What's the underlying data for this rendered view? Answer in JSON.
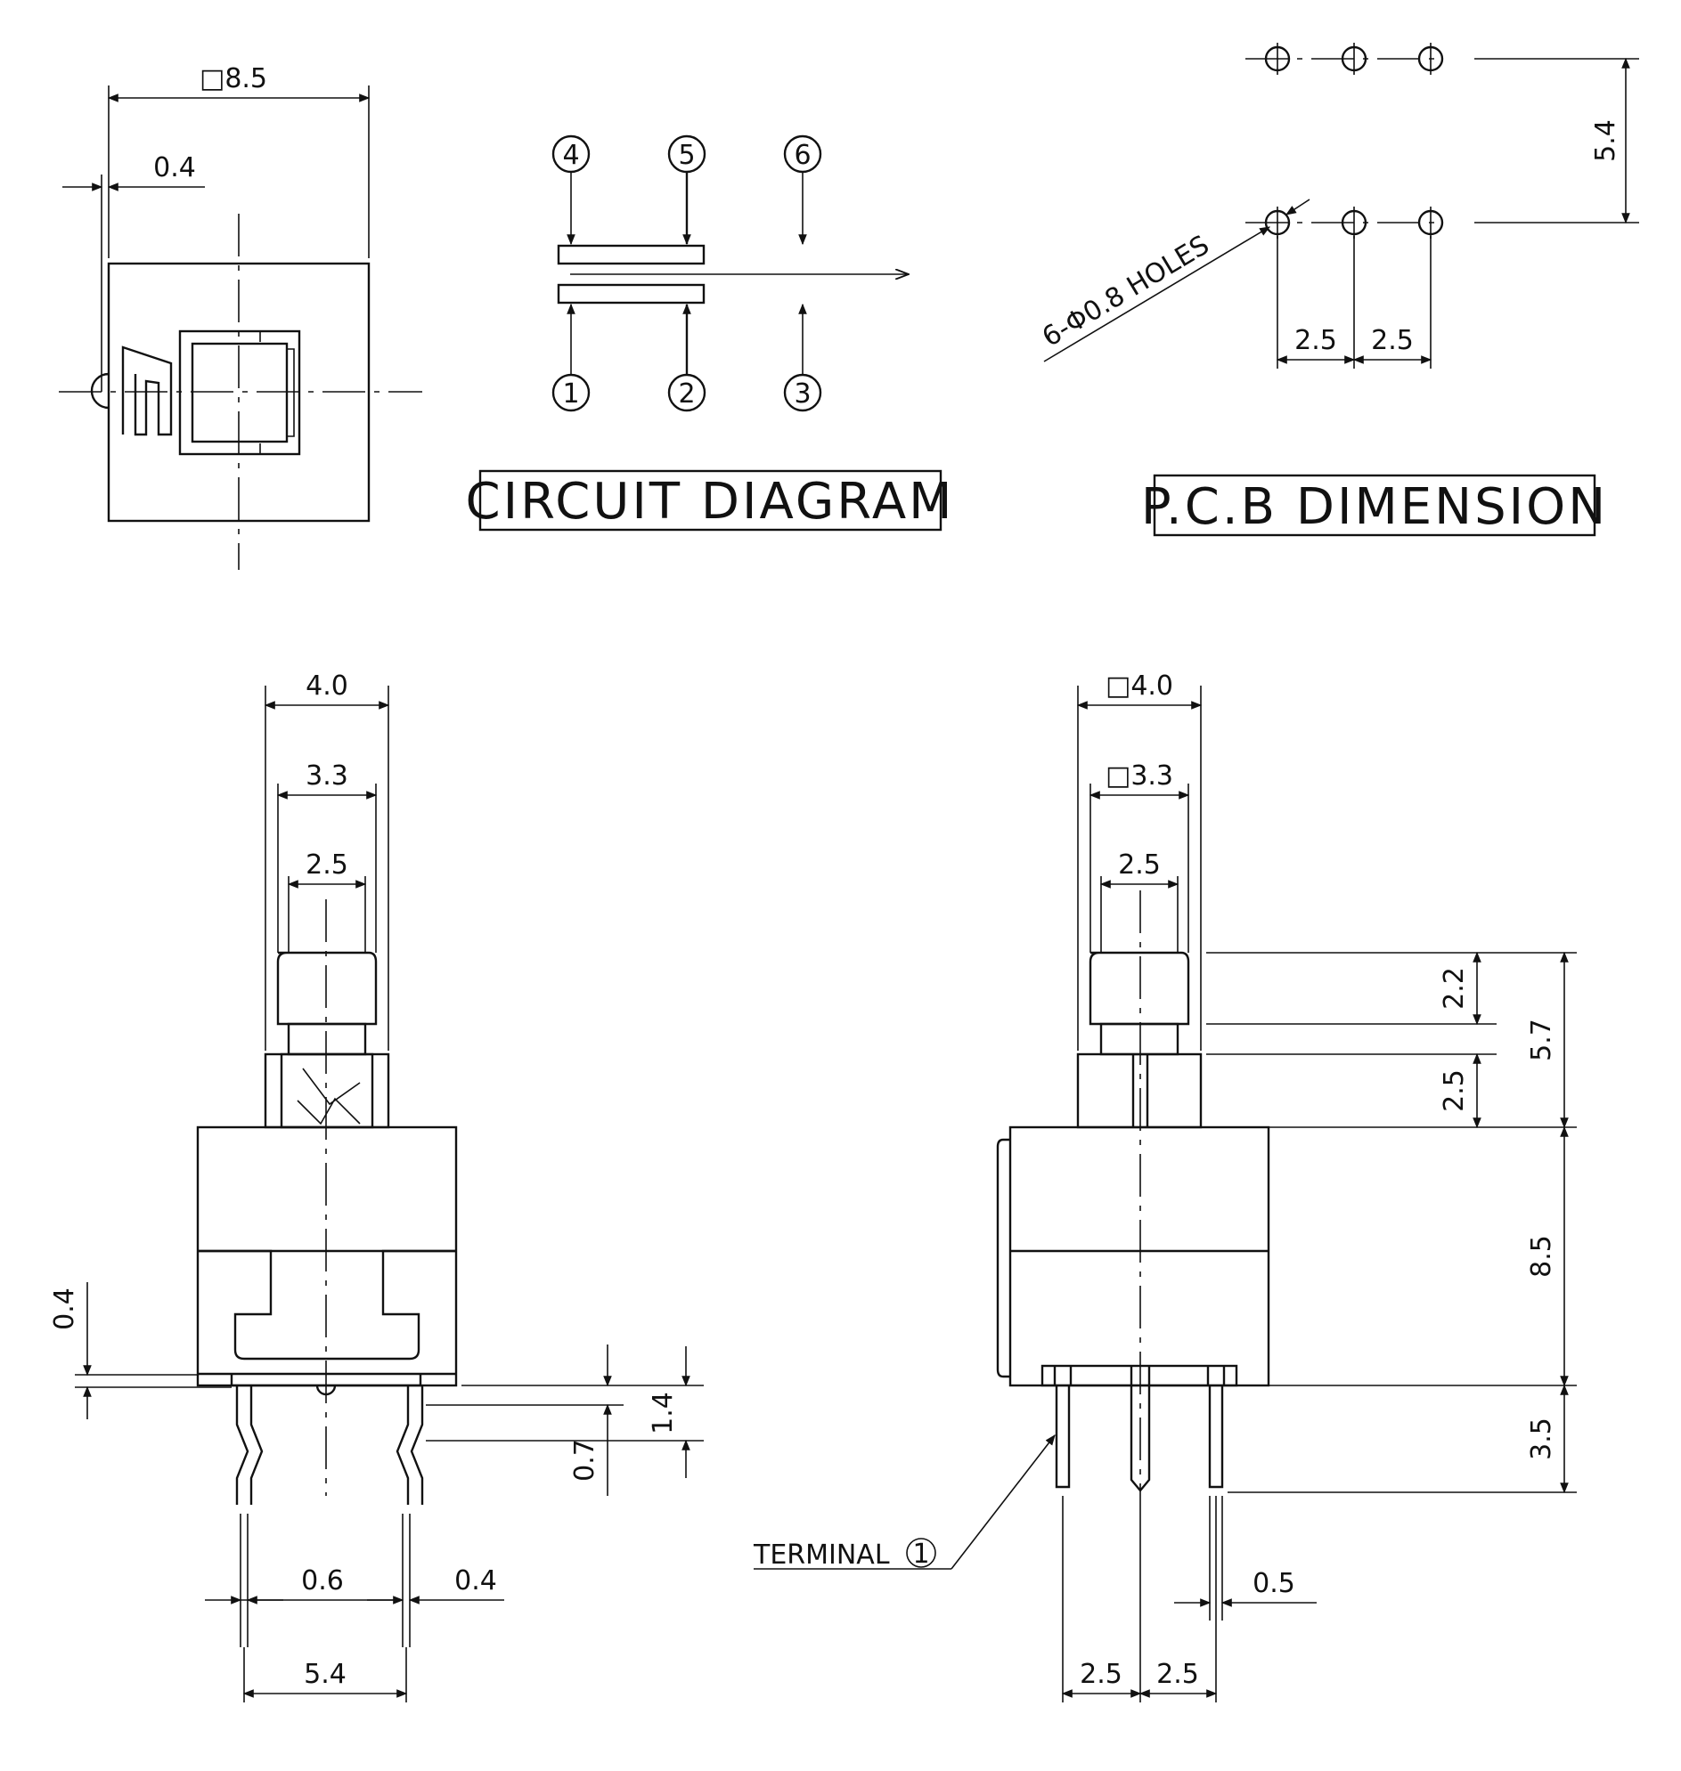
{
  "top_view": {
    "dims": {
      "width": "□8.5",
      "offset": "0.4"
    }
  },
  "circuit": {
    "title": "CIRCUIT DIAGRAM",
    "terminals_top": [
      "4",
      "5",
      "6"
    ],
    "terminals_bottom": [
      "1",
      "2",
      "3"
    ]
  },
  "pcb": {
    "title": "P.C.B DIMENSION",
    "holes_note": "6-Φ0.8 HOLES",
    "dims": {
      "row_spacing": "5.4",
      "pitch_a": "2.5",
      "pitch_b": "2.5"
    }
  },
  "front_view": {
    "dims": {
      "cap_outer": "4.0",
      "cap_inner": "3.3",
      "stem": "2.5",
      "lead_offset": "0.4",
      "lead_width": "0.6",
      "lead_thickness": "0.4",
      "lead_pitch": "5.4",
      "bend_small": "0.7",
      "bend_large": "1.4"
    }
  },
  "side_view": {
    "dims": {
      "cap_outer": "□4.0",
      "cap_inner": "□3.3",
      "stem": "2.5",
      "cap_height": "2.2",
      "collar_height": "2.5",
      "actuator_total": "5.7",
      "body_height": "8.5",
      "pin_length": "3.5",
      "pin_width": "0.5",
      "pitch_a": "2.5",
      "pitch_b": "2.5"
    },
    "terminal_label": "TERMINAL",
    "terminal_number": "1"
  },
  "line_color": "#111111"
}
